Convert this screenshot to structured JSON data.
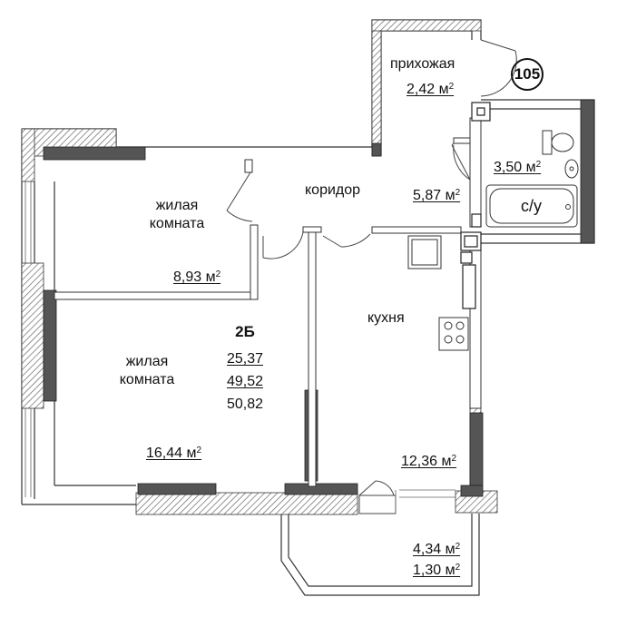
{
  "apartment": {
    "number": "105",
    "type": "2Б",
    "areas": [
      "25,37",
      "49,52",
      "50,82"
    ]
  },
  "rooms": {
    "hallway": {
      "name": "прихожая",
      "area": "2,42 м",
      "sup": "2"
    },
    "corridor": {
      "name": "коридор",
      "area": "5,87 м",
      "sup": "2"
    },
    "bathroom": {
      "name": "с/у",
      "area": "3,50 м",
      "sup": "2"
    },
    "living_room_small": {
      "name_line1": "жилая",
      "name_line2": "комната",
      "area": "8,93 м",
      "sup": "2"
    },
    "living_room_large": {
      "name_line1": "жилая",
      "name_line2": "комната",
      "area": "16,44 м",
      "sup": "2"
    },
    "kitchen": {
      "name": "кухня",
      "area": "12,36 м",
      "sup": "2"
    },
    "balcony": {
      "area": "4,34 м",
      "area_reduced": "1,30 м",
      "sup": "2"
    }
  },
  "colors": {
    "wall_dark": "#555555",
    "hatch": "#777777",
    "line": "#333333"
  }
}
